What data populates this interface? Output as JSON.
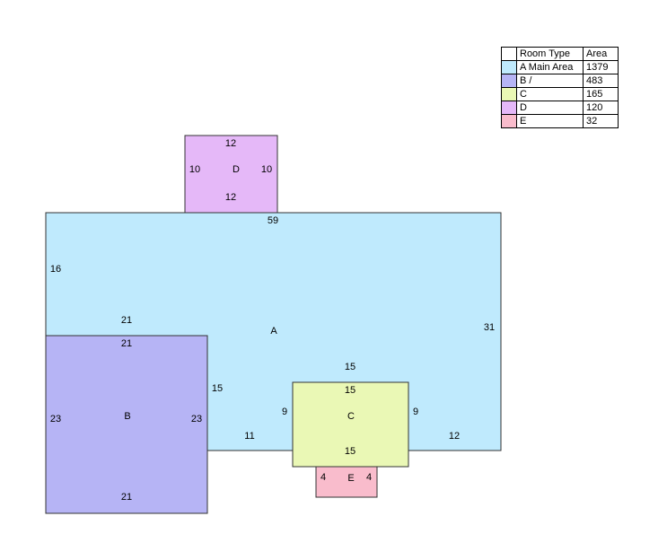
{
  "legend": {
    "header": {
      "swatch": "",
      "type": "Room Type",
      "area": "Area"
    },
    "rows": [
      {
        "type": "A Main Area",
        "area": "1379",
        "color": "#bfeafd"
      },
      {
        "type": "B /",
        "area": "483",
        "color": "#b6b4f5"
      },
      {
        "type": "C",
        "area": "165",
        "color": "#eaf8b5"
      },
      {
        "type": "D",
        "area": "120",
        "color": "#e5b8f8"
      },
      {
        "type": "E",
        "area": "32",
        "color": "#f9bccc"
      }
    ]
  },
  "rooms": {
    "A": {
      "label": "A",
      "color": "#bfeafd",
      "dims": [
        "59",
        "16",
        "21",
        "31",
        "15",
        "11",
        "12"
      ]
    },
    "B": {
      "label": "B",
      "color": "#b6b4f5",
      "dims": [
        "21",
        "23",
        "23",
        "21"
      ]
    },
    "C": {
      "label": "C",
      "color": "#eaf8b5",
      "dims": [
        "15",
        "9",
        "9",
        "15",
        "15"
      ]
    },
    "D": {
      "label": "D",
      "color": "#e5b8f8",
      "dims": [
        "12",
        "10",
        "10",
        "12"
      ]
    },
    "E": {
      "label": "E",
      "color": "#f9bccc",
      "dims": [
        "4",
        "4"
      ]
    }
  }
}
